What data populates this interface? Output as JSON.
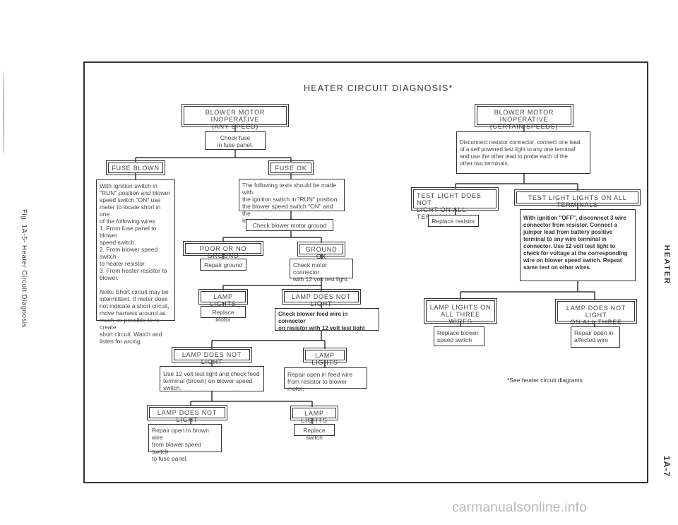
{
  "page": {
    "title": "HEATER CIRCUIT DIAGNOSIS*",
    "figure_caption": "Fig. 1A-5- Heater Circuit Diagnosis",
    "section_label": "HEATER",
    "page_number": "1A-7",
    "footnote": "*See heater circuit diagrams",
    "watermark": "carmanualsonline.info"
  },
  "left_tree": {
    "root": "BLOWER MOTOR INOPERATIVE\n(ANY SPEED)",
    "check_fuse": "Check fuse\nin fuse panel.",
    "fuse_blown": "FUSE BLOWN",
    "fuse_blown_note": "With Ignition switch in\n\"RUN\" position and blower\nspeed switch \"ON\" use\nmeter to locate short in one\nof the following wires\n1. From fuse panel to blower\n    speed switch.\n2. From blower speed switch\n    to heater resistor.\n3. From heater resistor to\n    blower.\n\nNote: Short circuit may be\nintermittent. If meter does\nnot indicate a short circuit,\nmove harness around as\nmuch as possible to re-create\nshort circuit. Watch and\nlisten for arcing.",
    "fuse_ok": "FUSE OK",
    "fuse_ok_note": "The following tests should be made with\nthe ignition switch in \"RUN\" position\nthe blower speed switch \"ON\" and the\nlever on heat position.",
    "check_ground": "Check blower motor ground",
    "poor_ground": "POOR OR NO GROUND",
    "repair_ground": "Repair ground",
    "ground_ok": "GROUND OK",
    "check_connector": "Check motor connector\nwith 12 volt test light.",
    "lamp_lights_1": "LAMP LIGHTS",
    "replace_motor": "Replace Motor",
    "lamp_not_1": "LAMP DOES NOT LIGHT",
    "check_feed": "Check blower feed wire in connector\non resistor with 12 volt test light",
    "lamp_not_2": "LAMP DOES NOT LIGHT",
    "use_test_light": "Use 12 volt test light and check feed\nterminal (brown) on blower speed switch.",
    "lamp_lights_2": "LAMP LIGHTS",
    "repair_feed": "Repair open in feed wire\nfrom resistor to blower motor.",
    "lamp_not_3": "LAMP DOES NOT LIGHT",
    "repair_brown": "Repair open in brown wire\nfrom blower speed switch\nto fuse panel.",
    "lamp_lights_3": "LAMP LIGHTS",
    "replace_switch": "Replace switch"
  },
  "right_tree": {
    "root": "BLOWER MOTOR INOPERATIVE\n(CERTAIN SPEEDS)",
    "disconnect_note": "Disconnect resistor connector, connect one lead\nof a self powered test light to any one terminal\nand use the other lead to probe each of the\nother two terminals.",
    "test_not_lit": "TEST LIGHT DOES NOT\nLIGHT ON ALL TERMINALS",
    "replace_resistor": "Replace resistor",
    "test_lit": "TEST LIGHT LIGHTS ON ALL TERMINALS",
    "ignition_off_note": "With ignition \"OFF\", disconnect 3 wire\nconnector from resistor. Connect a\njumper lead from battery positive\nterminal to any wire terminal in\nconnector. Use 12 volt test light to\ncheck for voltage at the corresponding\nwire on blower speed switch. Repeat\nsame test on other wires.",
    "lamp_on_three": "LAMP LIGHTS ON\nALL THREE WIRES",
    "replace_blower_switch": "Replace blower\nspeed switch",
    "lamp_not_three": "LAMP DOES NOT LIGHT\nON ALL THREE WIRES",
    "repair_affected": "Repair open in\naffected wire"
  }
}
